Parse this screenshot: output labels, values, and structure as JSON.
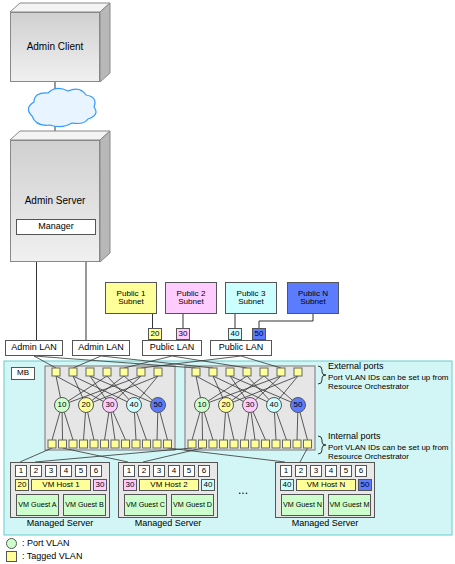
{
  "diagram": {
    "nodes": [
      {
        "text": [
          "Admin Client"
        ]
      },
      {
        "text": [
          "Admin Server"
        ]
      },
      {
        "text": [
          "Manager"
        ],
        "in": 1
      },
      {
        "text": [
          "Public 1 Subnet"
        ]
      },
      {
        "text": [
          "Public 2 Subnet"
        ]
      },
      {
        "text": [
          "Public 3 Subnet"
        ]
      },
      {
        "text": [
          "Public N Subnet"
        ]
      },
      {
        "text": [
          "Admin LAN"
        ]
      },
      {
        "text": [
          "Admin LAN"
        ]
      },
      {
        "text": [
          "20"
        ]
      },
      {
        "text": [
          "30"
        ]
      },
      {
        "text": [
          "Public LAN"
        ]
      },
      {
        "text": [
          "40"
        ]
      },
      {
        "text": [
          "50"
        ]
      },
      {
        "text": [
          "Public LAN"
        ]
      },
      {
        "text": [
          "MB"
        ]
      },
      {
        "text": [
          "10"
        ]
      },
      {
        "text": [
          "20"
        ]
      },
      {
        "text": [
          "30"
        ]
      },
      {
        "text": [
          "40"
        ]
      },
      {
        "text": [
          "50"
        ]
      },
      {
        "text": [
          "10"
        ]
      },
      {
        "text": [
          "20"
        ]
      },
      {
        "text": [
          "30"
        ]
      },
      {
        "text": [
          "40"
        ]
      },
      {
        "text": [
          "50"
        ]
      },
      {
        "text": [
          "Managed Server"
        ]
      },
      {
        "text": [
          "1"
        ],
        "in": 26
      },
      {
        "text": [
          "2"
        ],
        "in": 26
      },
      {
        "text": [
          "3"
        ],
        "in": 26
      },
      {
        "text": [
          "4"
        ],
        "in": 26
      },
      {
        "text": [
          "5"
        ],
        "in": 26
      },
      {
        "text": [
          "6"
        ],
        "in": 26
      },
      {
        "text": [
          "20"
        ],
        "in": 26
      },
      {
        "text": [
          "30"
        ],
        "in": 26
      },
      {
        "text": [
          "VM Host 1"
        ],
        "in": 26
      },
      {
        "text": [
          "VM Guest A"
        ],
        "in": 26
      },
      {
        "text": [
          "VM Guest B"
        ],
        "in": 26
      },
      {
        "text": [
          "Managed Server"
        ]
      },
      {
        "text": [
          "1"
        ],
        "in": 38
      },
      {
        "text": [
          "2"
        ],
        "in": 38
      },
      {
        "text": [
          "3"
        ],
        "in": 38
      },
      {
        "text": [
          "4"
        ],
        "in": 38
      },
      {
        "text": [
          "5"
        ],
        "in": 38
      },
      {
        "text": [
          "6"
        ],
        "in": 38
      },
      {
        "text": [
          "30"
        ],
        "in": 38
      },
      {
        "text": [
          "40"
        ],
        "in": 38
      },
      {
        "text": [
          "VM Host 2"
        ],
        "in": 38
      },
      {
        "text": [
          "VM Guest C"
        ],
        "in": 38
      },
      {
        "text": [
          "VM Guest D"
        ],
        "in": 38
      },
      {
        "text": [
          "Managed Server"
        ]
      },
      {
        "text": [
          "1"
        ],
        "in": 50
      },
      {
        "text": [
          "2"
        ],
        "in": 50
      },
      {
        "text": [
          "3"
        ],
        "in": 50
      },
      {
        "text": [
          "4"
        ],
        "in": 50
      },
      {
        "text": [
          "5"
        ],
        "in": 50
      },
      {
        "text": [
          "6"
        ],
        "in": 50
      },
      {
        "text": [
          "40"
        ],
        "in": 50
      },
      {
        "text": [
          "50"
        ],
        "in": 50
      },
      {
        "text": [
          "VM Host N"
        ],
        "in": 50
      },
      {
        "text": [
          "VM Guest N"
        ],
        "in": 50
      },
      {
        "text": [
          "VM Guest M"
        ],
        "in": 50
      }
    ],
    "edges": [
      {
        "from": 0,
        "to": 1,
        "arrow": "none"
      },
      {
        "from": 1,
        "to": 7,
        "arrow": "none"
      },
      {
        "from": 1,
        "to": 8,
        "arrow": "none"
      },
      {
        "from": 3,
        "to": 9,
        "arrow": "none"
      },
      {
        "from": 4,
        "to": 10,
        "arrow": "none"
      },
      {
        "from": 5,
        "to": 12,
        "arrow": "none"
      },
      {
        "from": 6,
        "to": 13,
        "arrow": "none"
      }
    ],
    "labels": [
      "External ports",
      "Port VLAN IDs can be set up from Resource Orchestrator",
      "Internal ports",
      "Port VLAN IDs can be set up from Resource Orchestrator",
      "..."
    ],
    "legend": [
      {
        "text": ": Port VLAN",
        "color": "#ccffcc"
      },
      {
        "text": ": Tagged VLAN",
        "color": "#ffff99"
      }
    ]
  }
}
